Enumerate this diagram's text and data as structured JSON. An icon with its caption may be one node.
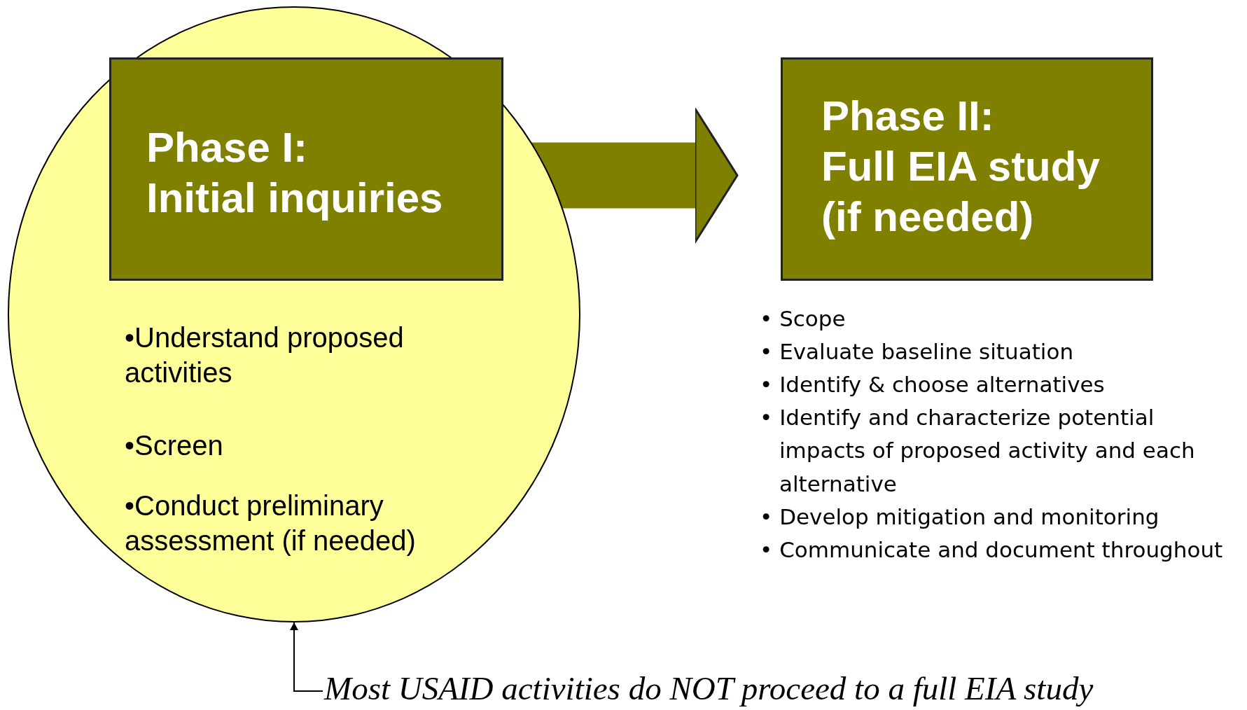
{
  "diagram": {
    "nodes": [
      {
        "text": [
          "•Understand proposed activities",
          "•Screen",
          "•Conduct preliminary assessment (if needed)"
        ]
      },
      {
        "text": [
          "Phase I:",
          "Initial inquiries"
        ],
        "in": 0
      },
      {
        "text": [
          "Phase II:",
          "Full EIA study (if needed)"
        ],
        "beside": [
          "• Scope",
          "• Evaluate baseline situation",
          "• Identify & choose alternatives",
          "• Identify and characterize potential impacts of proposed activity and each alternative",
          "• Develop mitigation and monitoring",
          "• Communicate and document throughout"
        ]
      },
      {
        "text": [
          "Most USAID activities do NOT proceed to a full EIA study"
        ]
      }
    ],
    "edges": [
      {
        "from": 1,
        "to": 2,
        "arrow": "to",
        "style": "thick"
      },
      {
        "from": 3,
        "to": 0,
        "arrow": "to",
        "color": "#000000"
      }
    ]
  }
}
